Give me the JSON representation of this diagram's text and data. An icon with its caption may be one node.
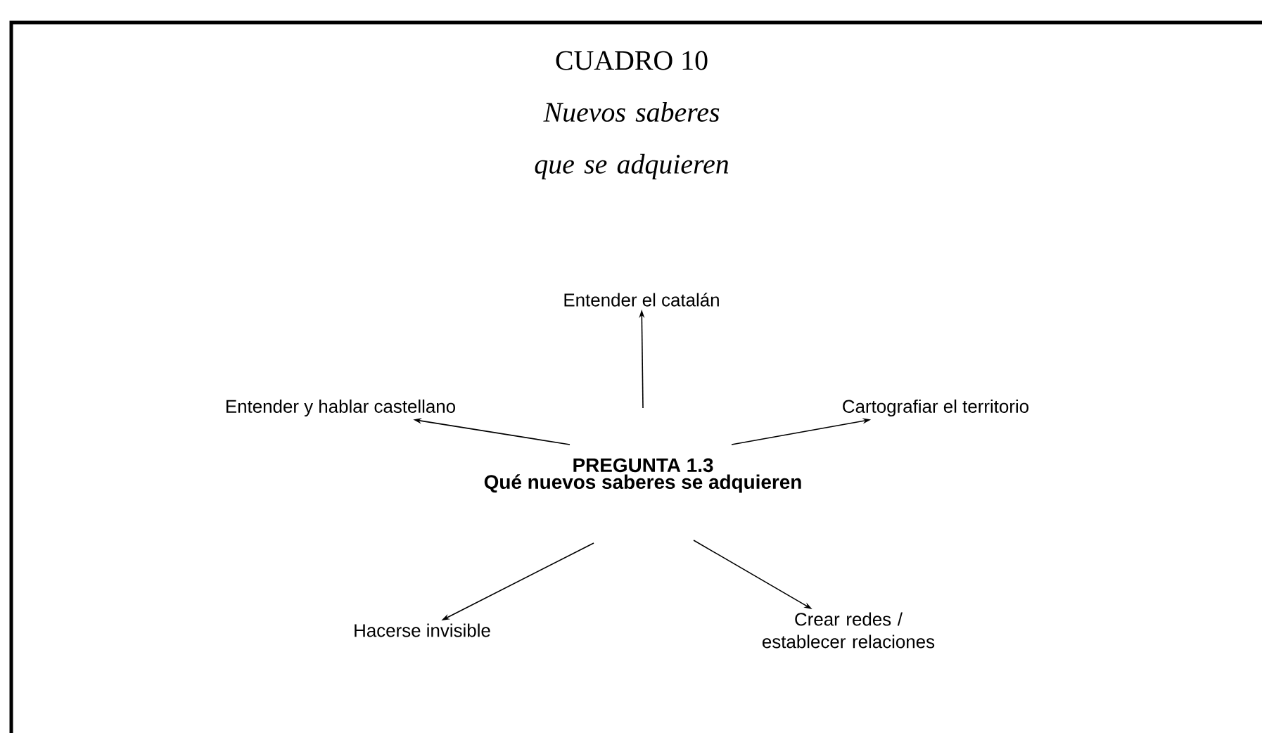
{
  "diagram": {
    "title": "CUADRO 10",
    "nodes": [
      {
        "text": [
          "PREGUNTA 1.3",
          "Qué nuevos saberes se adquieren"
        ]
      },
      {
        "text": [
          "Entender el catalán"
        ]
      },
      {
        "text": [
          "Entender y hablar castellano"
        ]
      },
      {
        "text": [
          "Cartografiar el territorio"
        ]
      },
      {
        "text": [
          "Hacerse invisible"
        ]
      },
      {
        "text": [
          "Crear redes / establecer relaciones"
        ]
      }
    ],
    "edges": [
      {
        "from": 0,
        "to": 1,
        "arrow": "to"
      },
      {
        "from": 0,
        "to": 2,
        "arrow": "to"
      },
      {
        "from": 0,
        "to": 3,
        "arrow": "to"
      },
      {
        "from": 0,
        "to": 4,
        "arrow": "to"
      },
      {
        "from": 0,
        "to": 5,
        "arrow": "to"
      }
    ],
    "labels": [
      "Nuevos saberes que se adquieren"
    ]
  }
}
